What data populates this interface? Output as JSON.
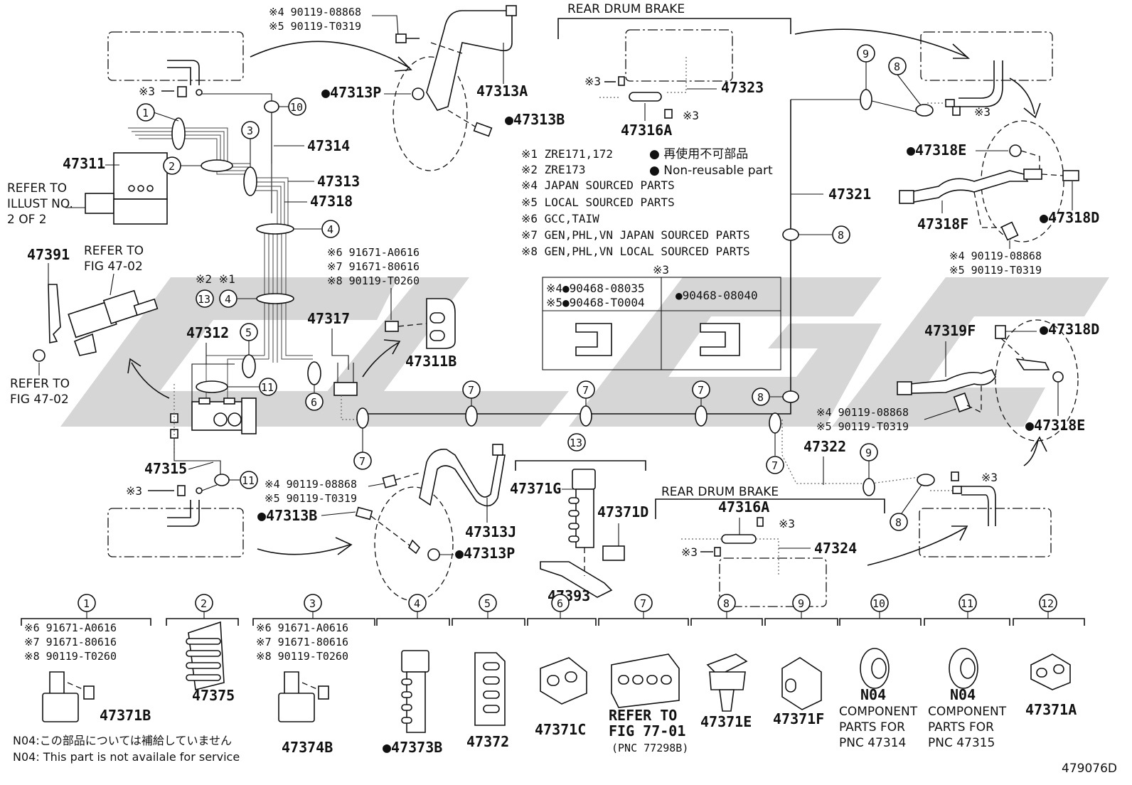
{
  "diagram_id": "479076D",
  "header_rear_drum_top": "REAR DRUM BRAKE",
  "header_rear_drum_bottom": "REAR DRUM BRAKE",
  "refer_illust": [
    "REFER TO",
    "ILLUST NO.",
    "2 OF 2"
  ],
  "refer_fig_a": [
    "REFER TO",
    "FIG 47-02"
  ],
  "refer_fig_b": [
    "REFER TO",
    "FIG 47-02"
  ],
  "legend": {
    "notes": [
      "※1 ZRE171,172",
      "※2 ZRE173",
      "※4 JAPAN SOURCED PARTS",
      "※5 LOCAL SOURCED PARTS",
      "※6 GCC,TAIW",
      "※7 GEN,PHL,VN  JAPAN SOURCED PARTS",
      "※8 GEN,PHL,VN  LOCAL SOURCED PARTS"
    ],
    "nonreusable_jp": "● 再使用不可部品",
    "nonreusable_en": "● Non-reusable part"
  },
  "clip_table": {
    "header": "※3",
    "left_top": "※4●90468-08035",
    "left_bottom": "※5●90468-T0004",
    "right": "●90468-08040"
  },
  "labels": {
    "p47311": "47311",
    "p47314": "47314",
    "p47313": "47313",
    "p47318": "47318",
    "p47391": "47391",
    "p47312": "47312",
    "p47317": "47317",
    "p47311B": "47311B",
    "p47315": "47315",
    "p47313A": "47313A",
    "p47313P_top": "●47313P",
    "p47313B_top": "●47313B",
    "p47323": "47323",
    "p47316A_top": "47316A",
    "p47321": "47321",
    "p47318E_top": "●47318E",
    "p47318F": "47318F",
    "p47318D_top": "●47318D",
    "p47319F": "47319F",
    "p47318D_bot": "●47318D",
    "p47318E_bot": "●47318E",
    "p47322": "47322",
    "p47313J": "47313J",
    "p47313B_bot": "●47313B",
    "p47313P_bot": "●47313P",
    "p47371G": "47371G",
    "p47371D": "47371D",
    "p47393": "47393",
    "p47316A_bot": "47316A",
    "p47324": "47324",
    "x3": "※3",
    "x2x1": "※2 ※1"
  },
  "bolt_callouts": {
    "top_left": [
      "※4 90119-08868",
      "※5 90119-T0319"
    ],
    "right_mid": [
      "※4 90119-08868",
      "※5 90119-T0319"
    ],
    "right_low": [
      "※4 90119-08868",
      "※5 90119-T0319"
    ],
    "bottom_left": [
      "※4 90119-08868",
      "※5 90119-T0319"
    ],
    "clamp_mid": [
      "※6 91671-A0616",
      "※7 91671-80616",
      "※8 90119-T0260"
    ]
  },
  "bottom_parts": [
    {
      "num": "1",
      "lines": [
        "※6 91671-A0616",
        "※7 91671-80616",
        "※8 90119-T0260"
      ],
      "label": "47371B"
    },
    {
      "num": "2",
      "lines": [],
      "label": "47375"
    },
    {
      "num": "3",
      "lines": [
        "※6 91671-A0616",
        "※7 91671-80616",
        "※8 90119-T0260"
      ],
      "label": "47374B"
    },
    {
      "num": "4",
      "lines": [],
      "label": "●47373B"
    },
    {
      "num": "5",
      "lines": [],
      "label": "47372"
    },
    {
      "num": "6",
      "lines": [],
      "label": "47371C"
    },
    {
      "num": "7",
      "lines": [
        "REFER TO",
        "FIG 77-01",
        "(PNC 77298B)"
      ],
      "label": ""
    },
    {
      "num": "8",
      "lines": [],
      "label": "47371E"
    },
    {
      "num": "9",
      "lines": [],
      "label": "47371F"
    },
    {
      "num": "10",
      "lines": [
        "N04",
        "COMPONENT",
        "PARTS FOR",
        "PNC 47314"
      ],
      "label": ""
    },
    {
      "num": "11",
      "lines": [
        "N04",
        "COMPONENT",
        "PARTS FOR",
        "PNC 47315"
      ],
      "label": ""
    },
    {
      "num": "12",
      "lines": [],
      "label": "47371A"
    }
  ],
  "footnotes": [
    "N04:この部品については補給していません",
    "N04: This part is not availale for service"
  ],
  "circle_nums": [
    "1",
    "2",
    "3",
    "4",
    "4",
    "5",
    "6",
    "7",
    "7",
    "7",
    "7",
    "7",
    "8",
    "8",
    "8",
    "9",
    "9",
    "10",
    "11",
    "12",
    "13",
    "13"
  ]
}
